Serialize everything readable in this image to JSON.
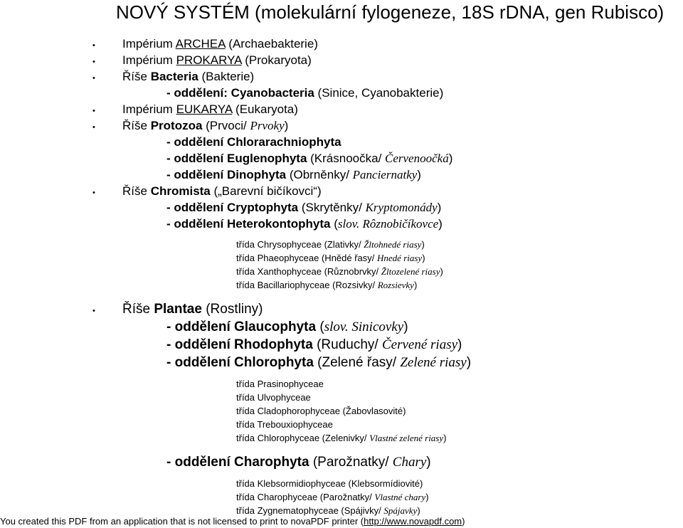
{
  "title": "NOVÝ SYSTÉM (molekulární fylogeneze, 18S rDNA, gen Rubisco)",
  "lines": [
    {
      "level": 0,
      "bullet": true,
      "parts": [
        {
          "t": "Impérium "
        },
        {
          "t": "ARCHEA",
          "s": "u"
        },
        {
          "t": " (Archaebakterie)"
        }
      ]
    },
    {
      "level": 0,
      "bullet": true,
      "parts": [
        {
          "t": "Impérium "
        },
        {
          "t": "PROKARYA",
          "s": "u"
        },
        {
          "t": " (Prokaryota)"
        }
      ]
    },
    {
      "level": 0,
      "bullet": true,
      "parts": [
        {
          "t": "Říše "
        },
        {
          "t": "Bacteria",
          "s": "b"
        },
        {
          "t": " (Bakterie)"
        }
      ]
    },
    {
      "level": 1,
      "bullet": false,
      "parts": [
        {
          "t": "- oddělení: Cyanobacteria",
          "s": "b"
        },
        {
          "t": " (Sinice, Cyanobakterie)"
        }
      ]
    },
    {
      "level": 0,
      "bullet": true,
      "parts": [
        {
          "t": "Impérium "
        },
        {
          "t": "EUKARYA",
          "s": "u"
        },
        {
          "t": " (Eukaryota)"
        }
      ]
    },
    {
      "level": 0,
      "bullet": true,
      "parts": [
        {
          "t": "Říše "
        },
        {
          "t": "Protozoa",
          "s": "b"
        },
        {
          "t": " (Prvoci/ "
        },
        {
          "t": "Prvoky",
          "s": "i"
        },
        {
          "t": ")"
        }
      ]
    },
    {
      "level": 1,
      "bullet": false,
      "parts": [
        {
          "t": "- oddělení Chlorarachniophyta",
          "s": "b"
        }
      ]
    },
    {
      "level": 1,
      "bullet": false,
      "parts": [
        {
          "t": "- oddělení Euglenophyta",
          "s": "b"
        },
        {
          "t": " (Krásnoočka/ "
        },
        {
          "t": "Červenoočká",
          "s": "i"
        },
        {
          "t": ")"
        }
      ]
    },
    {
      "level": 1,
      "bullet": false,
      "parts": [
        {
          "t": "- oddělení Dinophyta",
          "s": "b"
        },
        {
          "t": " (Obrněnky/ "
        },
        {
          "t": "Panciernatky",
          "s": "i"
        },
        {
          "t": ")"
        }
      ]
    },
    {
      "level": 0,
      "bullet": true,
      "parts": [
        {
          "t": "Říše "
        },
        {
          "t": "Chromista",
          "s": "b"
        },
        {
          "t": " („Barevní bičíkovci“)"
        }
      ]
    },
    {
      "level": 1,
      "bullet": false,
      "parts": [
        {
          "t": "- oddělení Cryptophyta",
          "s": "b"
        },
        {
          "t": " (Skrytěnky/ "
        },
        {
          "t": "Kryptomonády",
          "s": "i"
        },
        {
          "t": ")"
        }
      ]
    },
    {
      "level": 1,
      "bullet": false,
      "parts": [
        {
          "t": "- oddělení Heterokontophyta",
          "s": "b"
        },
        {
          "t": " ("
        },
        {
          "t": "slov. Rôznobičíkovce",
          "s": "i"
        },
        {
          "t": ")"
        }
      ]
    },
    {
      "level": 2,
      "bullet": false,
      "parts": [
        {
          "t": "třída Chrysophyceae (Zlativky/ "
        },
        {
          "t": "Žltohnedé riasy",
          "s": "i"
        },
        {
          "t": ")"
        }
      ]
    },
    {
      "level": 2,
      "bullet": false,
      "parts": [
        {
          "t": "třída Phaeophyceae (Hnědé řasy/ "
        },
        {
          "t": "Hnedé riasy",
          "s": "i"
        },
        {
          "t": ")"
        }
      ]
    },
    {
      "level": 2,
      "bullet": false,
      "parts": [
        {
          "t": "třída Xanthophyceae (Různobrvky/ "
        },
        {
          "t": "Žltozelené riasy",
          "s": "i"
        },
        {
          "t": ")"
        }
      ]
    },
    {
      "level": 2,
      "bullet": false,
      "parts": [
        {
          "t": "třída Bacillariophyceae (Rozsivky/ "
        },
        {
          "t": "Rozsievky",
          "s": "i"
        },
        {
          "t": ")"
        }
      ]
    },
    {
      "level": 0,
      "bullet": true,
      "big": true,
      "parts": [
        {
          "t": "Říše "
        },
        {
          "t": "Plantae",
          "s": "b"
        },
        {
          "t": " (Rostliny)"
        }
      ]
    },
    {
      "level": 1,
      "bullet": false,
      "big": true,
      "parts": [
        {
          "t": "- oddělení Glaucophyta",
          "s": "b"
        },
        {
          "t": " ("
        },
        {
          "t": "slov. Sinicovky",
          "s": "i"
        },
        {
          "t": ")"
        }
      ]
    },
    {
      "level": 1,
      "bullet": false,
      "big": true,
      "parts": [
        {
          "t": "- oddělení Rhodophyta",
          "s": "b"
        },
        {
          "t": " (Ruduchy/ "
        },
        {
          "t": "Červené riasy",
          "s": "i"
        },
        {
          "t": ")"
        }
      ]
    },
    {
      "level": 1,
      "bullet": false,
      "big": true,
      "parts": [
        {
          "t": "- oddělení Chlorophyta",
          "s": "b"
        },
        {
          "t": " (Zelené řasy/ "
        },
        {
          "t": "Zelené riasy",
          "s": "i"
        },
        {
          "t": ")"
        }
      ]
    },
    {
      "level": 2,
      "bullet": false,
      "parts": [
        {
          "t": "třída Prasinophyceae"
        }
      ]
    },
    {
      "level": 2,
      "bullet": false,
      "parts": [
        {
          "t": "třída Ulvophyceae"
        }
      ]
    },
    {
      "level": 2,
      "bullet": false,
      "parts": [
        {
          "t": "třída Cladophorophyceae (Žabovlasovité)"
        }
      ]
    },
    {
      "level": 2,
      "bullet": false,
      "parts": [
        {
          "t": "třída Trebouxiophyceae"
        }
      ]
    },
    {
      "level": 2,
      "bullet": false,
      "parts": [
        {
          "t": "třída Chlorophyceae (Zelenivky/ "
        },
        {
          "t": "Vlastné zelené riasy",
          "s": "i"
        },
        {
          "t": ")"
        }
      ]
    },
    {
      "level": 1,
      "bullet": false,
      "big": true,
      "parts": [
        {
          "t": "- oddělení Charophyta",
          "s": "b"
        },
        {
          "t": " (Parožnatky/ "
        },
        {
          "t": "Chary",
          "s": "i"
        },
        {
          "t": ")"
        }
      ]
    },
    {
      "level": 2,
      "bullet": false,
      "parts": [
        {
          "t": "třída Klebsormidiophyceae (Klebsormídiovité)"
        }
      ]
    },
    {
      "level": 2,
      "bullet": false,
      "parts": [
        {
          "t": "třída Charophyceae (Parožnatky/ "
        },
        {
          "t": "Vlastné chary",
          "s": "i"
        },
        {
          "t": ")"
        }
      ]
    },
    {
      "level": 2,
      "bullet": false,
      "parts": [
        {
          "t": "třída Zygnematophyceae (Spájivky/ "
        },
        {
          "t": "Spájavky",
          "s": "i"
        },
        {
          "t": ")"
        }
      ]
    }
  ],
  "footer": {
    "text": "You created this PDF from an application that is not licensed to print to novaPDF printer (",
    "link": "http://www.novapdf.com",
    "close": ")"
  }
}
